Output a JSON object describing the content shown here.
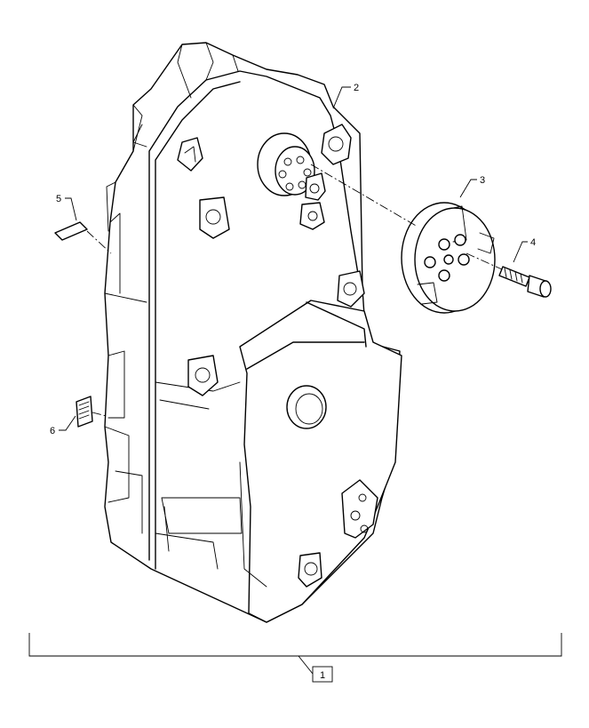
{
  "callouts": {
    "item1": "1",
    "item2": "2",
    "item3": "3",
    "item4": "4",
    "item5": "5",
    "item6": "6"
  }
}
